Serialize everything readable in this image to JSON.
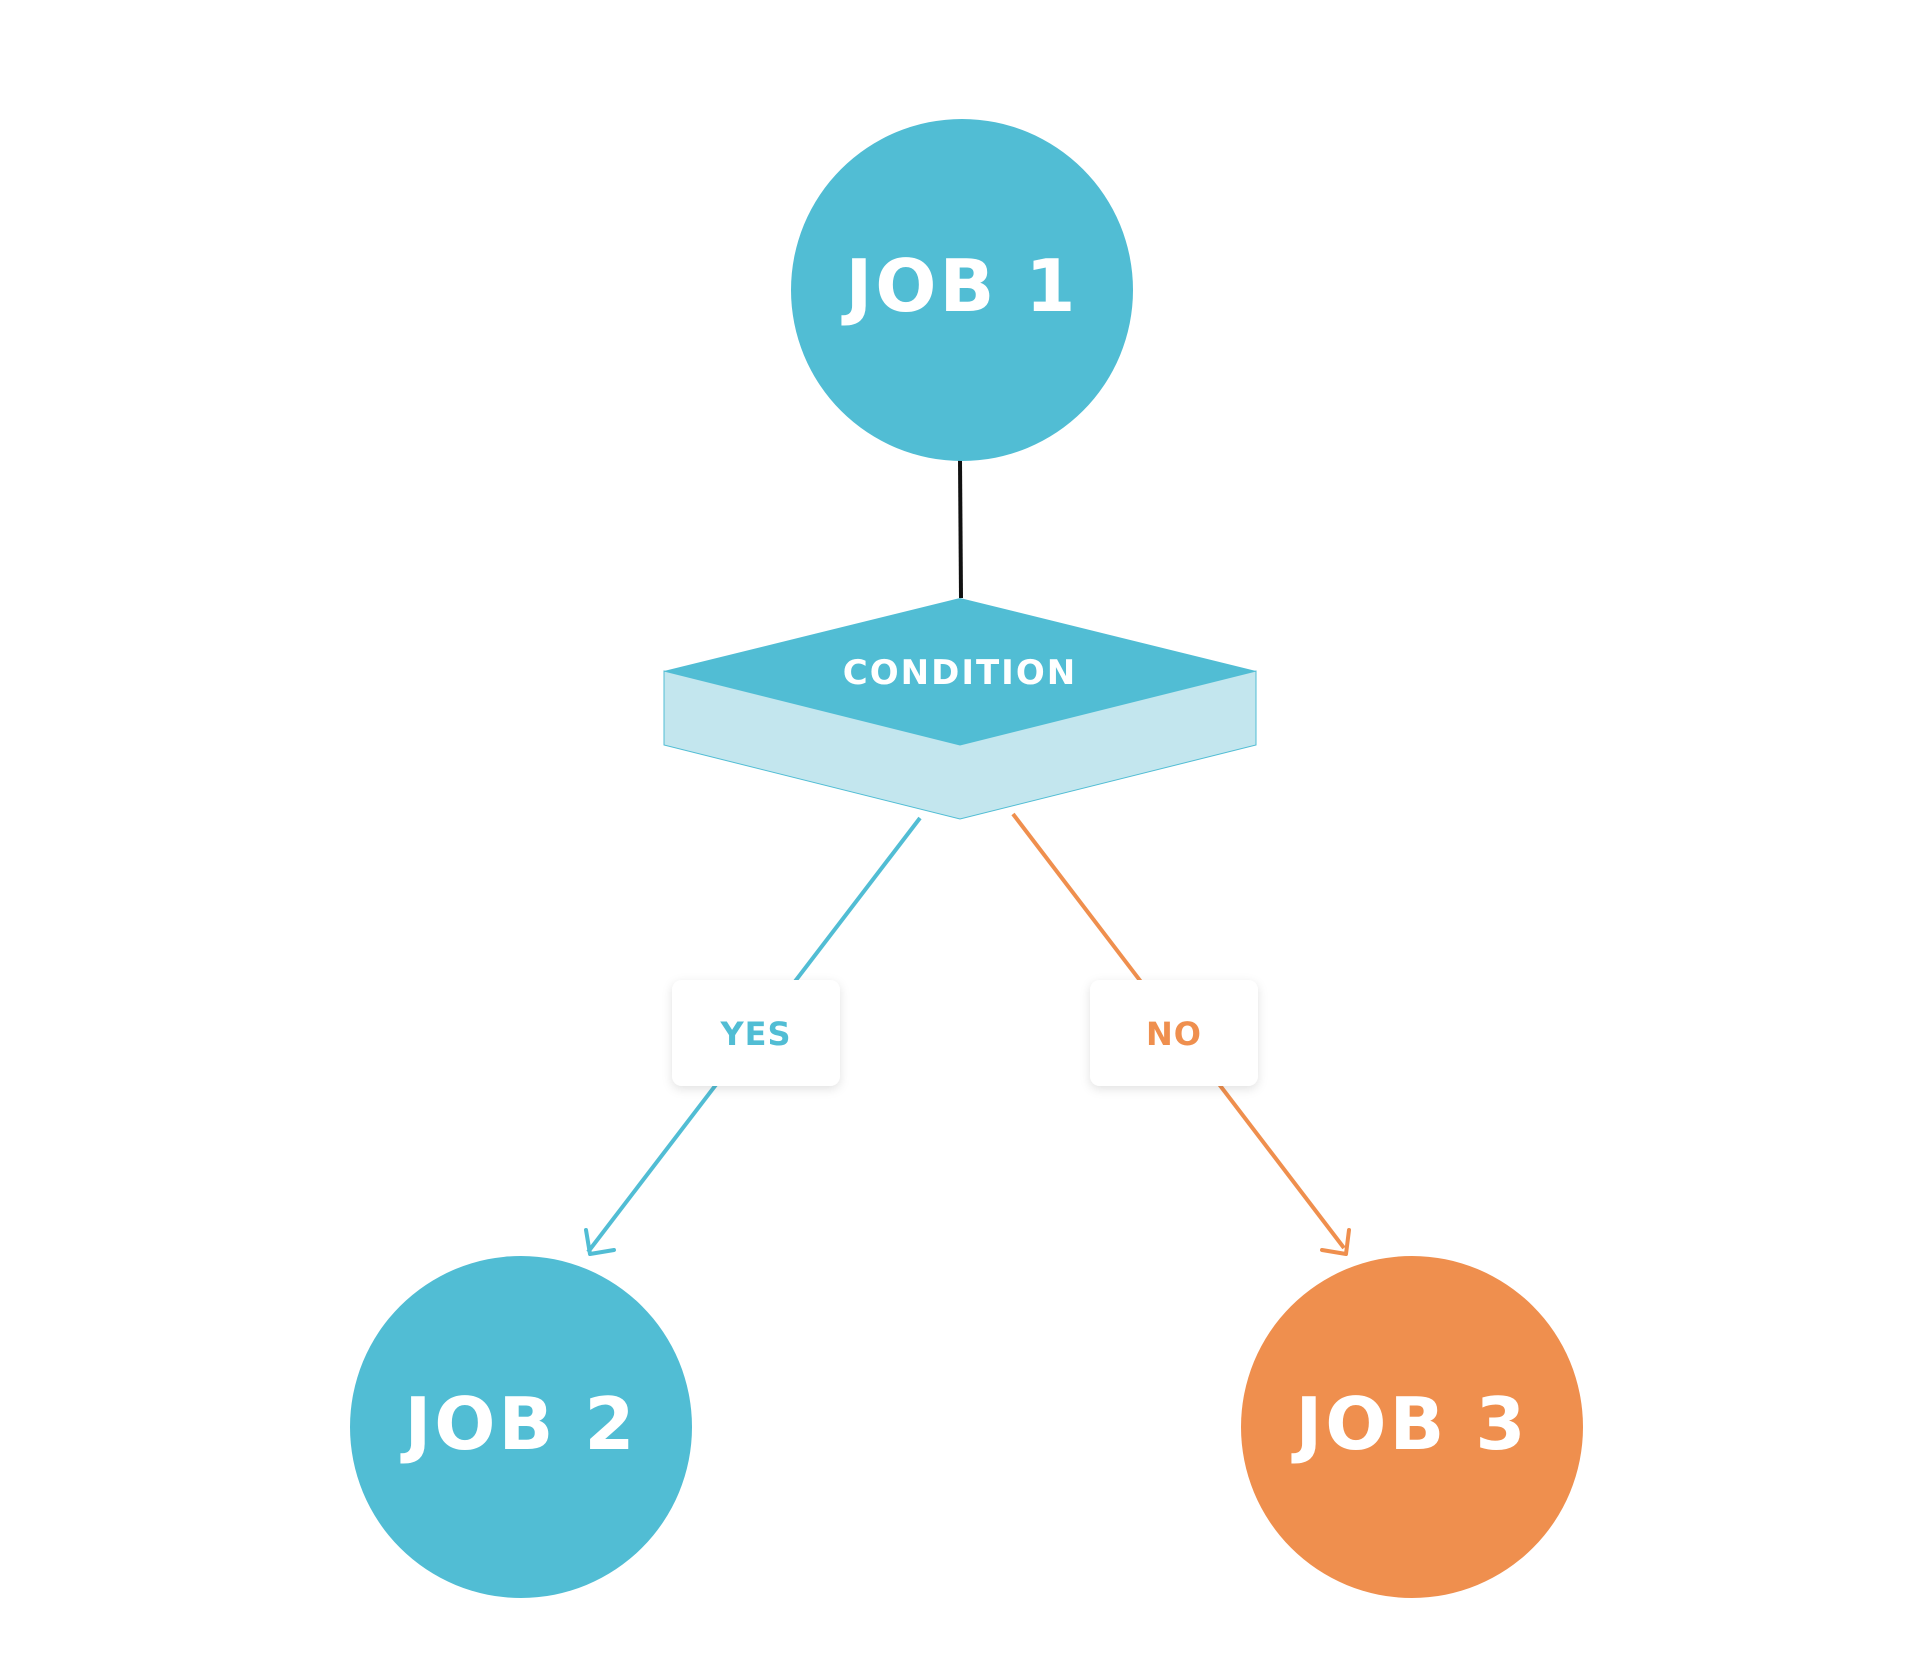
{
  "colors": {
    "blue": "#51BDD4",
    "blue_light": "#C3E6EE",
    "orange": "#EF8F4E",
    "connector": "#111111",
    "label_bg": "#ffffff"
  },
  "nodes": {
    "job1": {
      "label": "JOB 1",
      "color": "#51BDD4"
    },
    "job2": {
      "label": "JOB 2",
      "color": "#51BDD4"
    },
    "job3": {
      "label": "JOB 3",
      "color": "#EF8F4E"
    }
  },
  "condition": {
    "label": "CONDITION"
  },
  "branches": {
    "yes": {
      "label": "YES",
      "color": "#51BDD4"
    },
    "no": {
      "label": "NO",
      "color": "#EF8F4E"
    }
  }
}
